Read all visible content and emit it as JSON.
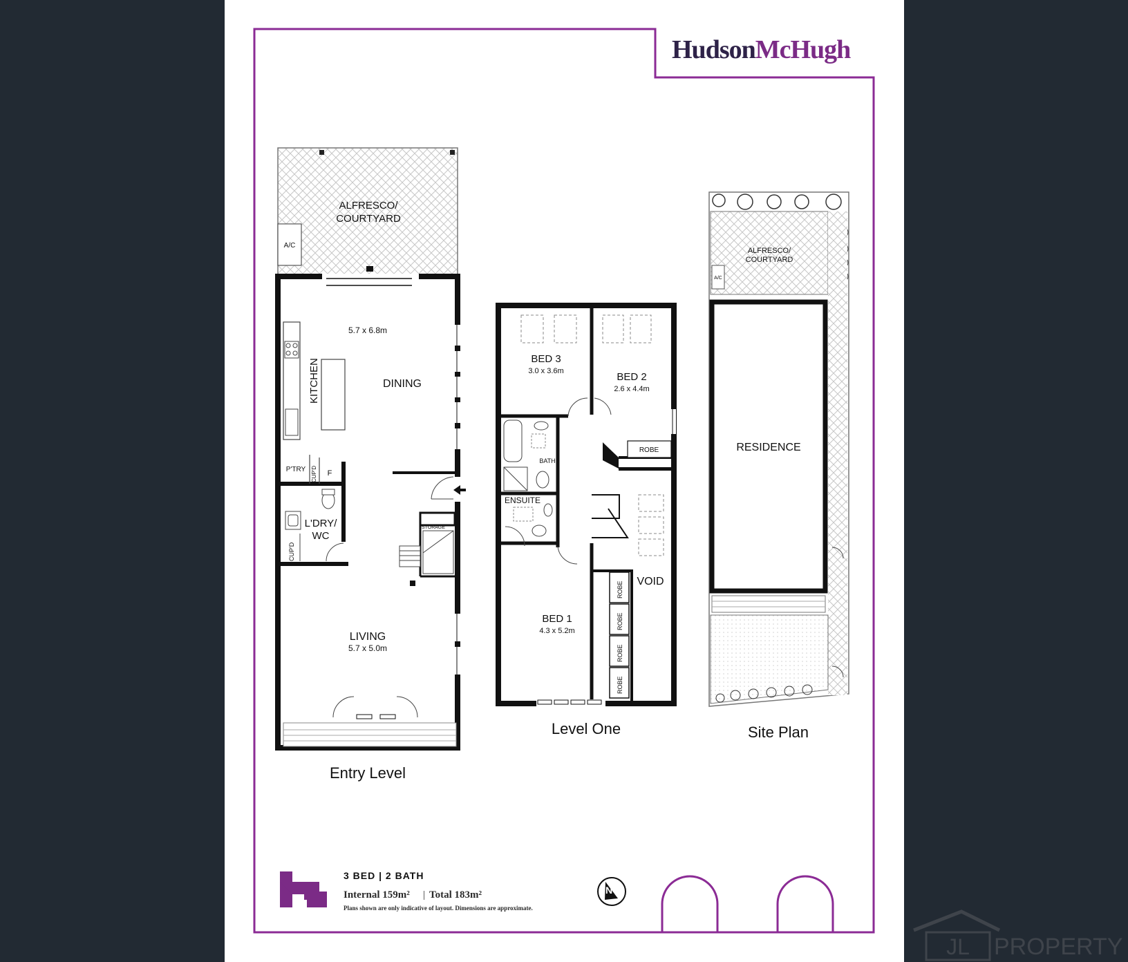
{
  "brand": {
    "name_part1": "Hudson",
    "name_part2": "McHugh",
    "dark_color": "#2e2248",
    "accent_color": "#7b2b86"
  },
  "frame_color": "#8b2b95",
  "plans": {
    "entry_level": {
      "caption": "Entry Level",
      "alfresco": [
        "ALFRESCO/",
        "COURTYARD"
      ],
      "ac": "A/C",
      "dining_dims": "5.7 x 6.8m",
      "dining": "DINING",
      "kitchen": "KITCHEN",
      "pantry": "P'TRY",
      "cupboard": "CUP'D",
      "fridge": "F",
      "laundry": [
        "L'DRY/",
        "WC"
      ],
      "laundry_cupboard": "CUP'D",
      "storage": "STORAGE",
      "living": "LIVING",
      "living_dims": "5.7 x 5.0m"
    },
    "level_one": {
      "caption": "Level One",
      "bed3": "BED 3",
      "bed3_dims": "3.0 x 3.6m",
      "bed2": "BED 2",
      "bed2_dims": "2.6 x 4.4m",
      "robe": "ROBE",
      "bath": "BATH",
      "ensuite": "ENSUITE",
      "void": "VOID",
      "bed1": "BED 1",
      "bed1_dims": "4.3 x 5.2m",
      "robes": [
        "ROBE",
        "ROBE",
        "ROBE",
        "ROBE"
      ]
    },
    "site_plan": {
      "caption": "Site Plan",
      "alfresco": [
        "ALFRESCO/",
        "COURTYARD"
      ],
      "ac": "A/C",
      "residence": "RESIDENCE"
    }
  },
  "footer": {
    "beds_baths": "3 BED | 2 BATH",
    "internal": "Internal 159m²",
    "separator": "|",
    "total": "Total 183m²",
    "disclaimer": "Plans shown are only indicative of layout. Dimensions are approximate.",
    "north": "N"
  },
  "watermark": {
    "monogram": "JL",
    "word": "PROPERTY"
  }
}
